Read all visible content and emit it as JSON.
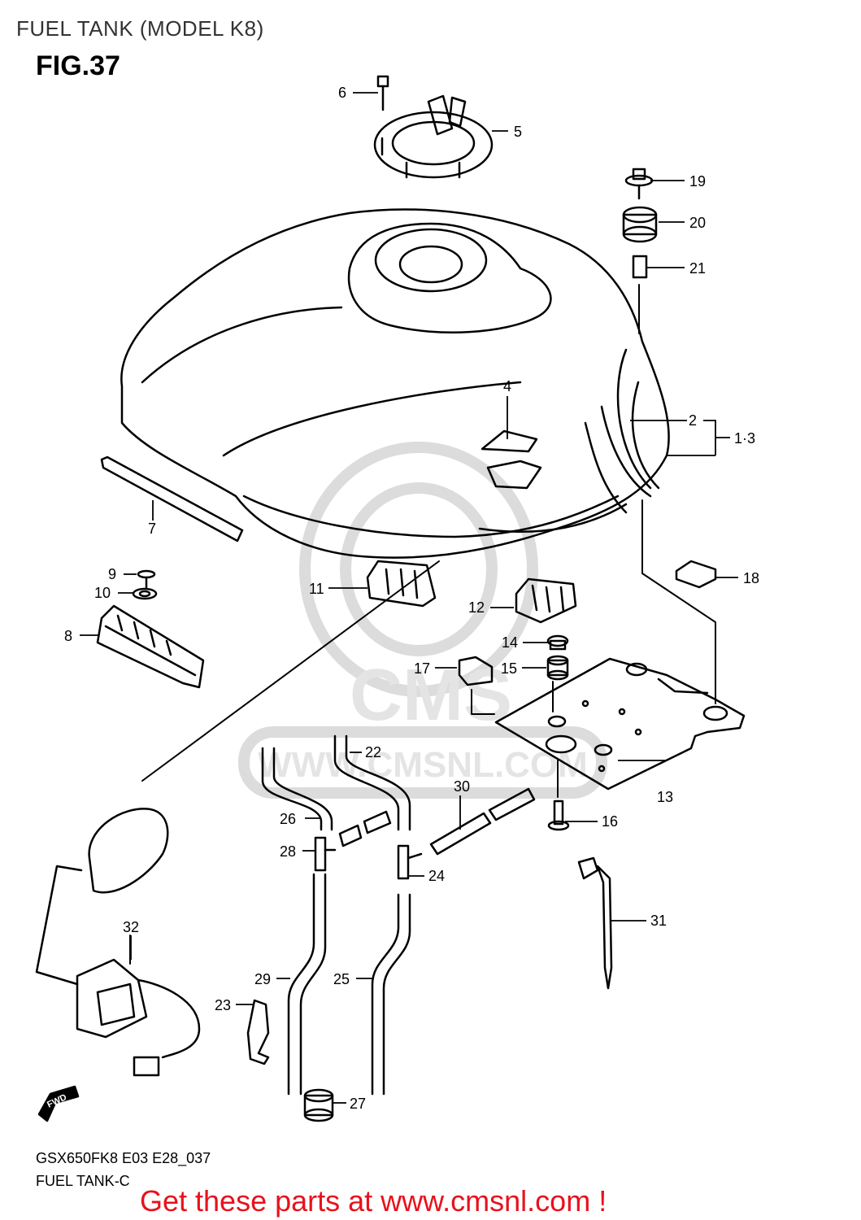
{
  "header": {
    "title": "FUEL TANK (MODEL K8)",
    "figure": "FIG.37"
  },
  "watermark": {
    "brand": "CMS",
    "url": "WWW.CMSNL.COM"
  },
  "fwd_label": "FWD",
  "callouts": [
    {
      "id": "c1",
      "text": "6"
    },
    {
      "id": "c2",
      "text": "5"
    },
    {
      "id": "c3",
      "text": "19"
    },
    {
      "id": "c4",
      "text": "20"
    },
    {
      "id": "c5",
      "text": "21"
    },
    {
      "id": "c6",
      "text": "4"
    },
    {
      "id": "c7",
      "text": "2"
    },
    {
      "id": "c8",
      "text": "1·3"
    },
    {
      "id": "c9",
      "text": "7"
    },
    {
      "id": "c10",
      "text": "18"
    },
    {
      "id": "c11",
      "text": "9"
    },
    {
      "id": "c12",
      "text": "10"
    },
    {
      "id": "c13",
      "text": "11"
    },
    {
      "id": "c14",
      "text": "12"
    },
    {
      "id": "c15",
      "text": "8"
    },
    {
      "id": "c16",
      "text": "14"
    },
    {
      "id": "c17",
      "text": "17"
    },
    {
      "id": "c18",
      "text": "15"
    },
    {
      "id": "c19",
      "text": "22"
    },
    {
      "id": "c20",
      "text": "30"
    },
    {
      "id": "c21",
      "text": "13"
    },
    {
      "id": "c22",
      "text": "26"
    },
    {
      "id": "c23",
      "text": "16"
    },
    {
      "id": "c24",
      "text": "28"
    },
    {
      "id": "c25",
      "text": "24"
    },
    {
      "id": "c26",
      "text": "31"
    },
    {
      "id": "c27",
      "text": "32"
    },
    {
      "id": "c28",
      "text": "29"
    },
    {
      "id": "c29",
      "text": "25"
    },
    {
      "id": "c30",
      "text": "23"
    },
    {
      "id": "c31",
      "text": "27"
    }
  ],
  "footer": {
    "code": "GSX650FK8 E03 E28_037",
    "subtitle": "FUEL TANK-C",
    "promo": "Get these parts at www.cmsnl.com !"
  },
  "colors": {
    "line": "#000000",
    "watermark": "#d9d9d9",
    "promo": "#e8111c"
  }
}
